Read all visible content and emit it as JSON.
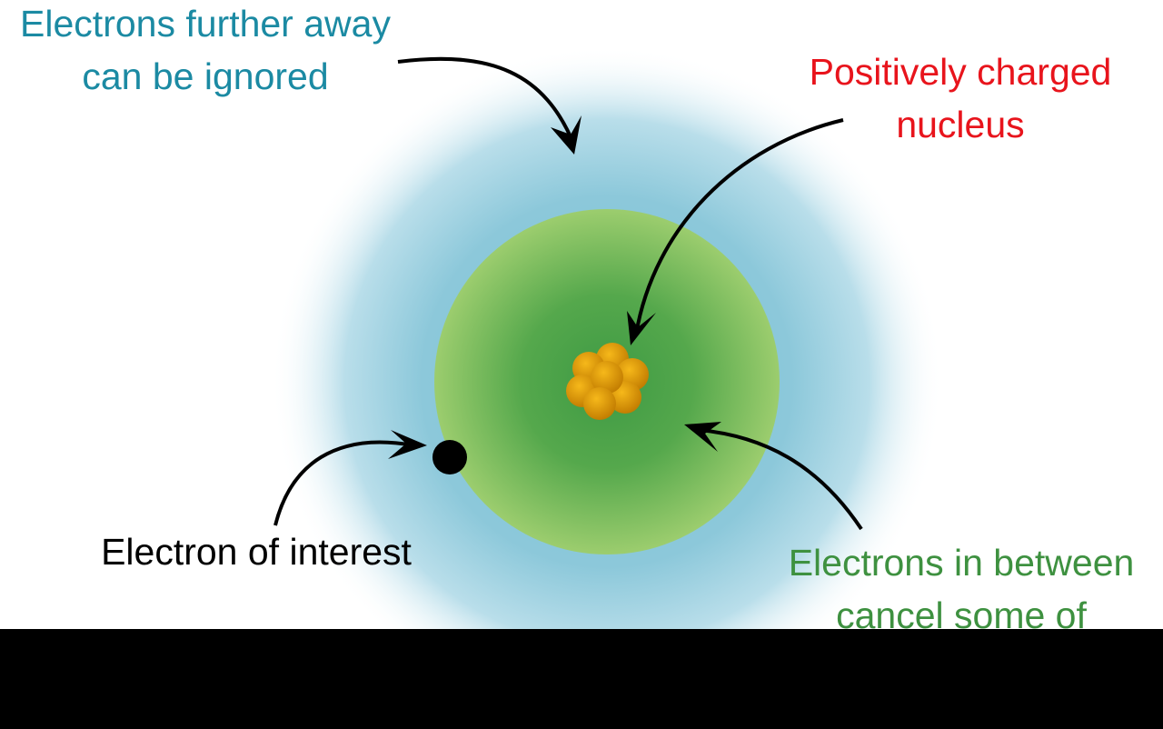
{
  "labels": {
    "far_electrons": {
      "lines": [
        "Electrons further away",
        "can be ignored"
      ],
      "color": "#1b8aa3"
    },
    "nucleus": {
      "lines": [
        "Positively charged",
        "nucleus"
      ],
      "color": "#e8141c"
    },
    "electron_of_interest": {
      "lines": [
        "Electron of interest"
      ],
      "color": "#000000"
    },
    "inner_electrons": {
      "lines": [
        "Electrons in between",
        "cancel some of"
      ],
      "color": "#3e9140"
    }
  },
  "colors": {
    "outer_cloud": "#a8d5e2",
    "inner_cloud_light": "#9ccd6e",
    "inner_cloud_dark": "#3e9a44",
    "nucleon": "#e8a008",
    "nucleon_dark": "#c07a00",
    "arrow": "#000000",
    "electron": "#000000",
    "bottom_bar": "#000000"
  },
  "icons": {
    "electron": "black-dot",
    "nucleus": "cluster-of-spheres"
  }
}
